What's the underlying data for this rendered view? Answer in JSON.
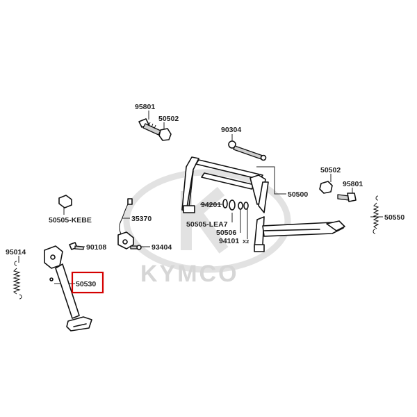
{
  "watermark": {
    "brand": "KYMCO"
  },
  "highlight_color": "#d40000",
  "labels": {
    "p95801a": "95801",
    "p50502a": "50502",
    "p90304": "90304",
    "p50502b": "50502",
    "p95801b": "95801",
    "p50500": "50500",
    "p94201": "94201",
    "p50505lea7": "50505-LEA7",
    "p50506": "50506",
    "p94101": "94101",
    "p94101_qty": "X2",
    "p50550": "50550",
    "p50505kebe": "50505-KEBE",
    "p35370": "35370",
    "p95014": "95014",
    "p90108": "90108",
    "p93404": "93404",
    "p50530": "50530"
  },
  "selected_part": "50530"
}
